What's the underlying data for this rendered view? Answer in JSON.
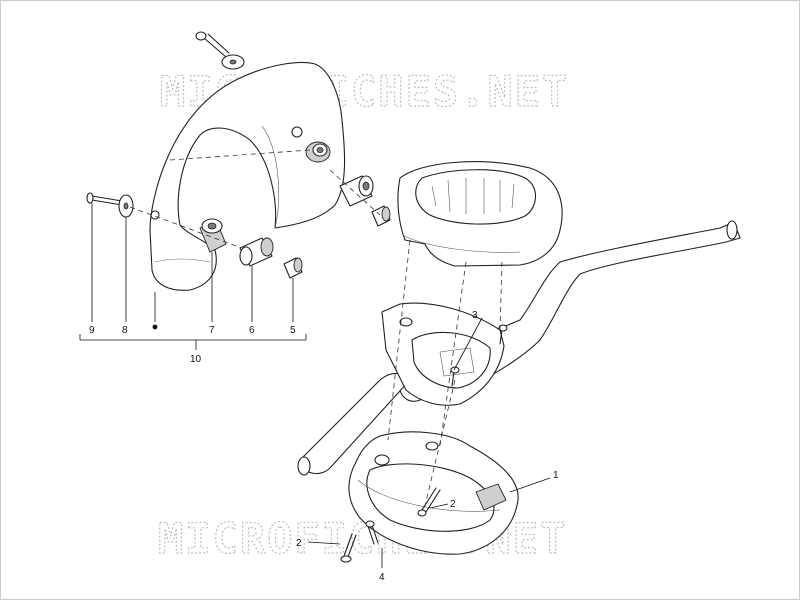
{
  "watermark": {
    "text": "MICROFICHES.NET"
  },
  "callouts": {
    "c1": "1",
    "c2a": "2",
    "c2b": "2",
    "c3": "3",
    "c4": "4",
    "c5": "5",
    "c6": "6",
    "c7": "7",
    "c8": "8",
    "c9": "9",
    "c10": "10"
  },
  "colors": {
    "line": "#222222",
    "shade": "#cfcfcf",
    "watermark": "#bdbdbd"
  }
}
